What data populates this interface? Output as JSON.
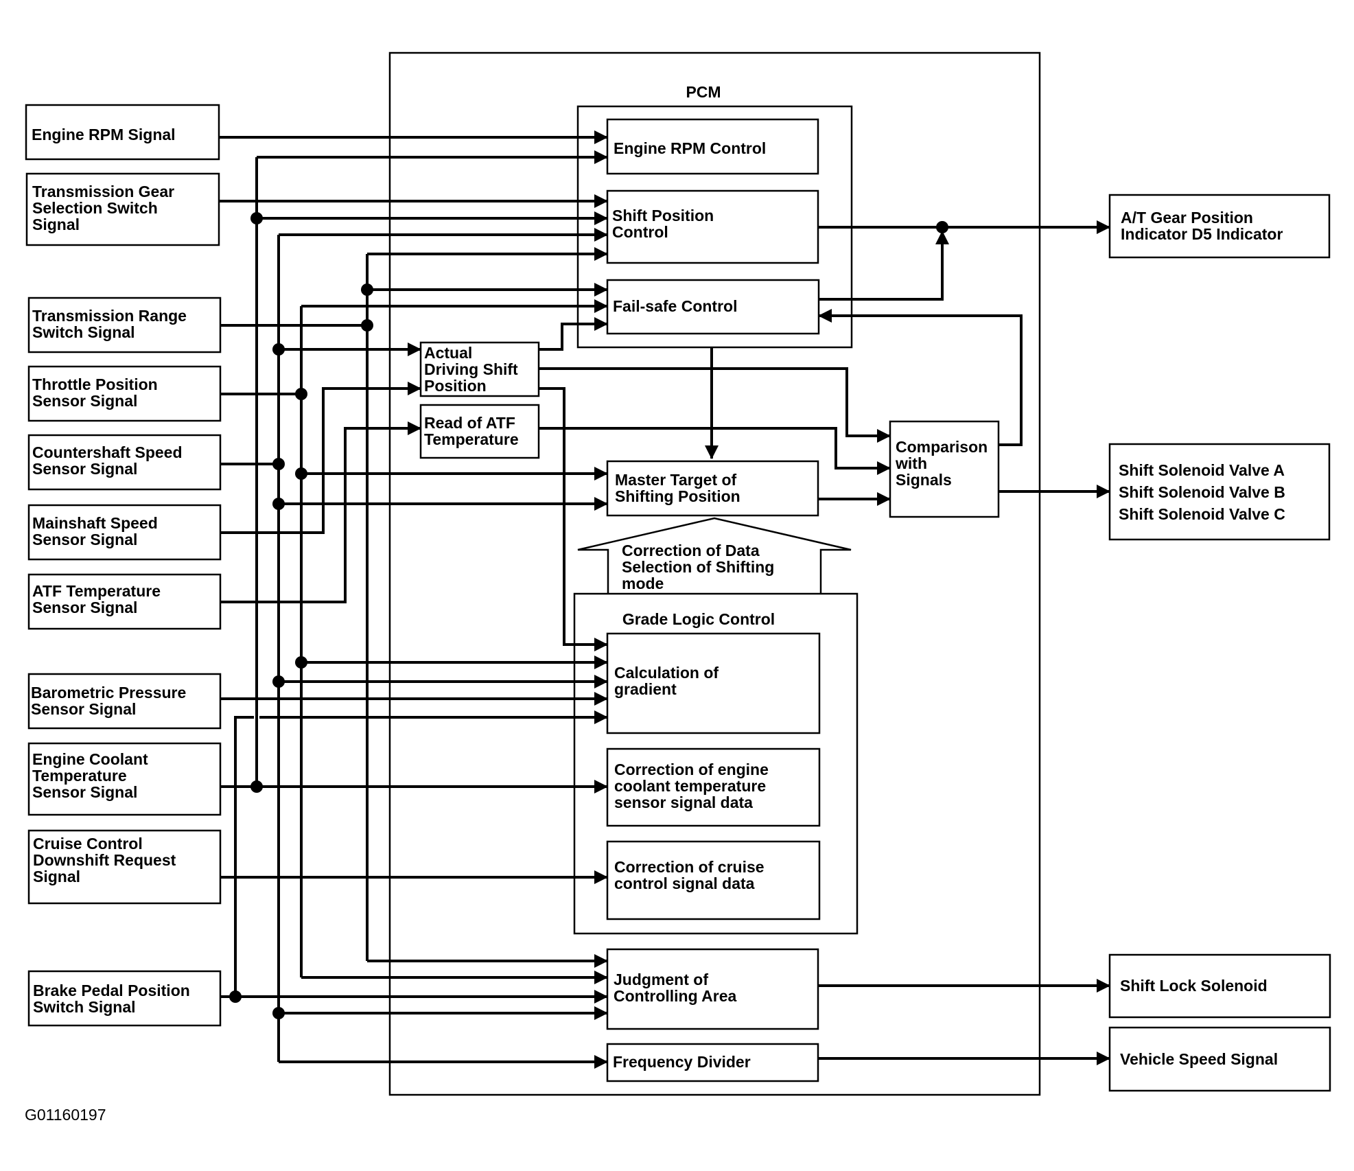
{
  "pcm_title": "PCM",
  "grade_logic_title": "Grade Logic Control",
  "figure_id": "G01160197",
  "inputs": [
    {
      "id": "engine_rpm",
      "lines": [
        "Engine RPM Signal"
      ]
    },
    {
      "id": "gear_selection",
      "lines": [
        "Transmission Gear",
        "Selection Switch",
        "Signal"
      ]
    },
    {
      "id": "range_switch",
      "lines": [
        "Transmission Range",
        "Switch Signal"
      ]
    },
    {
      "id": "throttle",
      "lines": [
        "Throttle Position",
        "Sensor Signal"
      ]
    },
    {
      "id": "countershaft",
      "lines": [
        "Countershaft Speed",
        "Sensor Signal"
      ]
    },
    {
      "id": "mainshaft",
      "lines": [
        "Mainshaft Speed",
        "Sensor Signal"
      ]
    },
    {
      "id": "atf_temp",
      "lines": [
        "ATF Temperature",
        "Sensor Signal"
      ]
    },
    {
      "id": "barometric",
      "lines": [
        "Barometric Pressure",
        "Sensor Signal"
      ]
    },
    {
      "id": "coolant",
      "lines": [
        "Engine Coolant",
        "Temperature",
        "Sensor Signal"
      ]
    },
    {
      "id": "cruise",
      "lines": [
        "Cruise Control",
        "Downshift Request",
        "Signal"
      ]
    },
    {
      "id": "brake",
      "lines": [
        "Brake Pedal Position",
        "Switch Signal"
      ]
    }
  ],
  "blocks": [
    {
      "id": "engine_rpm_control",
      "lines": [
        "Engine RPM Control"
      ]
    },
    {
      "id": "shift_position_control",
      "lines": [
        "Shift Position",
        "Control"
      ]
    },
    {
      "id": "fail_safe",
      "lines": [
        "Fail-safe Control"
      ]
    },
    {
      "id": "actual_shift",
      "lines": [
        "Actual",
        "Driving Shift",
        "Position"
      ]
    },
    {
      "id": "read_atf",
      "lines": [
        "Read of ATF",
        "Temperature"
      ]
    },
    {
      "id": "master_target",
      "lines": [
        "Master Target of",
        "Shifting Position"
      ]
    },
    {
      "id": "comparison",
      "lines": [
        "Comparison",
        "with",
        "Signals"
      ]
    },
    {
      "id": "correction_arrow",
      "lines": [
        "Correction of Data",
        "Selection of Shifting",
        "mode"
      ]
    },
    {
      "id": "gradient",
      "lines": [
        "Calculation of",
        "gradient"
      ]
    },
    {
      "id": "coolant_correction",
      "lines": [
        "Correction of engine",
        "coolant temperature",
        "sensor signal data"
      ]
    },
    {
      "id": "cruise_correction",
      "lines": [
        "Correction of cruise",
        "control signal data"
      ]
    },
    {
      "id": "judgment",
      "lines": [
        "Judgment of",
        "Controlling Area"
      ]
    },
    {
      "id": "freq_divider",
      "lines": [
        "Frequency Divider"
      ]
    }
  ],
  "outputs": [
    {
      "id": "gear_indicator",
      "lines": [
        "A/T Gear Position",
        "Indicator D5 Indicator"
      ]
    },
    {
      "id": "solenoids",
      "lines": [
        "Shift Solenoid Valve A",
        "Shift Solenoid Valve B",
        "Shift Solenoid Valve C"
      ]
    },
    {
      "id": "shift_lock",
      "lines": [
        "Shift Lock Solenoid"
      ]
    },
    {
      "id": "vss",
      "lines": [
        "Vehicle Speed Signal"
      ]
    }
  ]
}
